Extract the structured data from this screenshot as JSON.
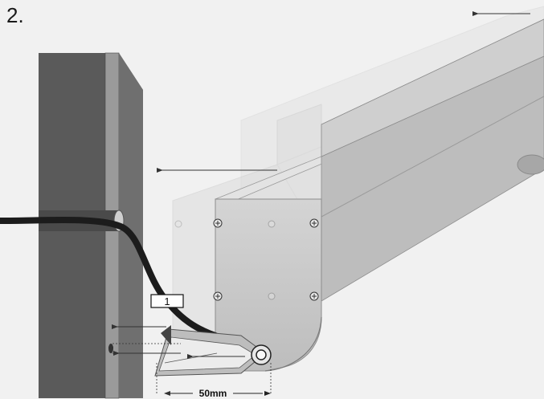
{
  "diagram": {
    "step_number": "2.",
    "callout_label": "1",
    "dimension_label": "50mm"
  },
  "colors": {
    "background": "#f1f1f1",
    "wall_dark": "#5a5a5a",
    "wall_edge": "#8a8a8a",
    "profile_front": "#c9c9c9",
    "profile_top": "#dedede",
    "profile_shadow": "#a9a9a9",
    "cable": "#1c1c1c",
    "arrow": "#333333"
  },
  "icons": {
    "screw": "phillips-screw-icon",
    "arrow": "arrow-left-icon"
  }
}
